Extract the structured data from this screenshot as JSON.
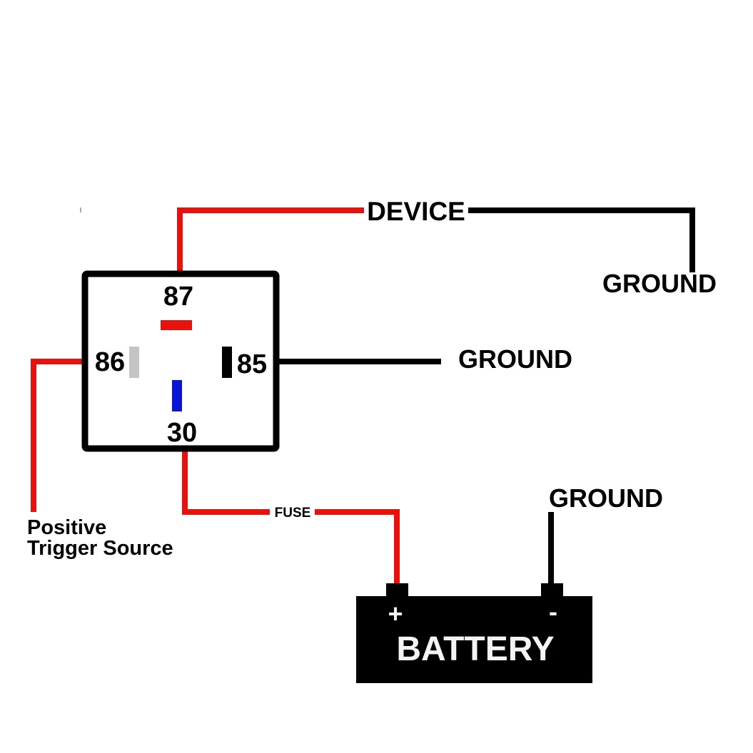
{
  "diagram": {
    "type": "relay-wiring-diagram",
    "colors": {
      "positive_wire": "#e8120c",
      "ground_wire": "#000000",
      "terminal_87": "#e8120c",
      "terminal_86": "#c4c4c4",
      "terminal_85": "#000000",
      "terminal_30": "#0a14d8",
      "battery_body": "#000000",
      "battery_text": "#f4f4f4"
    },
    "relay": {
      "terminals": {
        "t87": "87",
        "t86": "86",
        "t85": "85",
        "t30": "30"
      }
    },
    "labels": {
      "device": "DEVICE",
      "ground_device": "GROUND",
      "ground_relay": "GROUND",
      "ground_battery": "GROUND",
      "fuse": "FUSE",
      "trigger_line1": "Positive",
      "trigger_line2": "Trigger Source"
    },
    "battery": {
      "label": "BATTERY",
      "positive": "+",
      "negative": "-"
    },
    "connections": [
      {
        "from": "87",
        "to": "DEVICE",
        "wire": "positive"
      },
      {
        "from": "DEVICE",
        "to": "GROUND",
        "wire": "ground"
      },
      {
        "from": "85",
        "to": "GROUND",
        "wire": "ground"
      },
      {
        "from": "86",
        "to": "Positive Trigger Source",
        "wire": "positive"
      },
      {
        "from": "30",
        "to": "FUSE",
        "wire": "positive"
      },
      {
        "from": "FUSE",
        "to": "BATTERY +",
        "wire": "positive"
      },
      {
        "from": "BATTERY -",
        "to": "GROUND",
        "wire": "ground"
      }
    ]
  }
}
